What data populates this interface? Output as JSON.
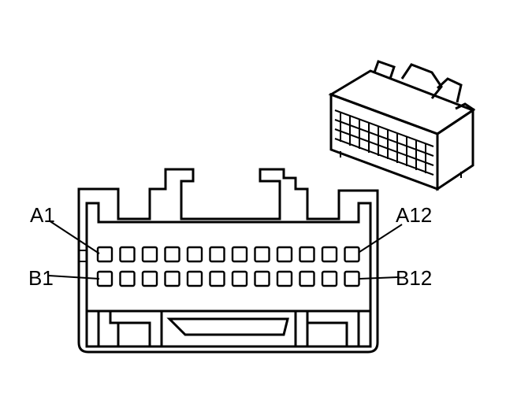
{
  "labels": {
    "a_first": "A1",
    "a_last": "A12",
    "b_first": "B1",
    "b_last": "B12"
  },
  "connector": {
    "rows": [
      {
        "row": "A",
        "pins": 12
      },
      {
        "row": "B",
        "pins": 12
      }
    ]
  },
  "colors": {
    "stroke": "#000000",
    "background": "#ffffff"
  }
}
